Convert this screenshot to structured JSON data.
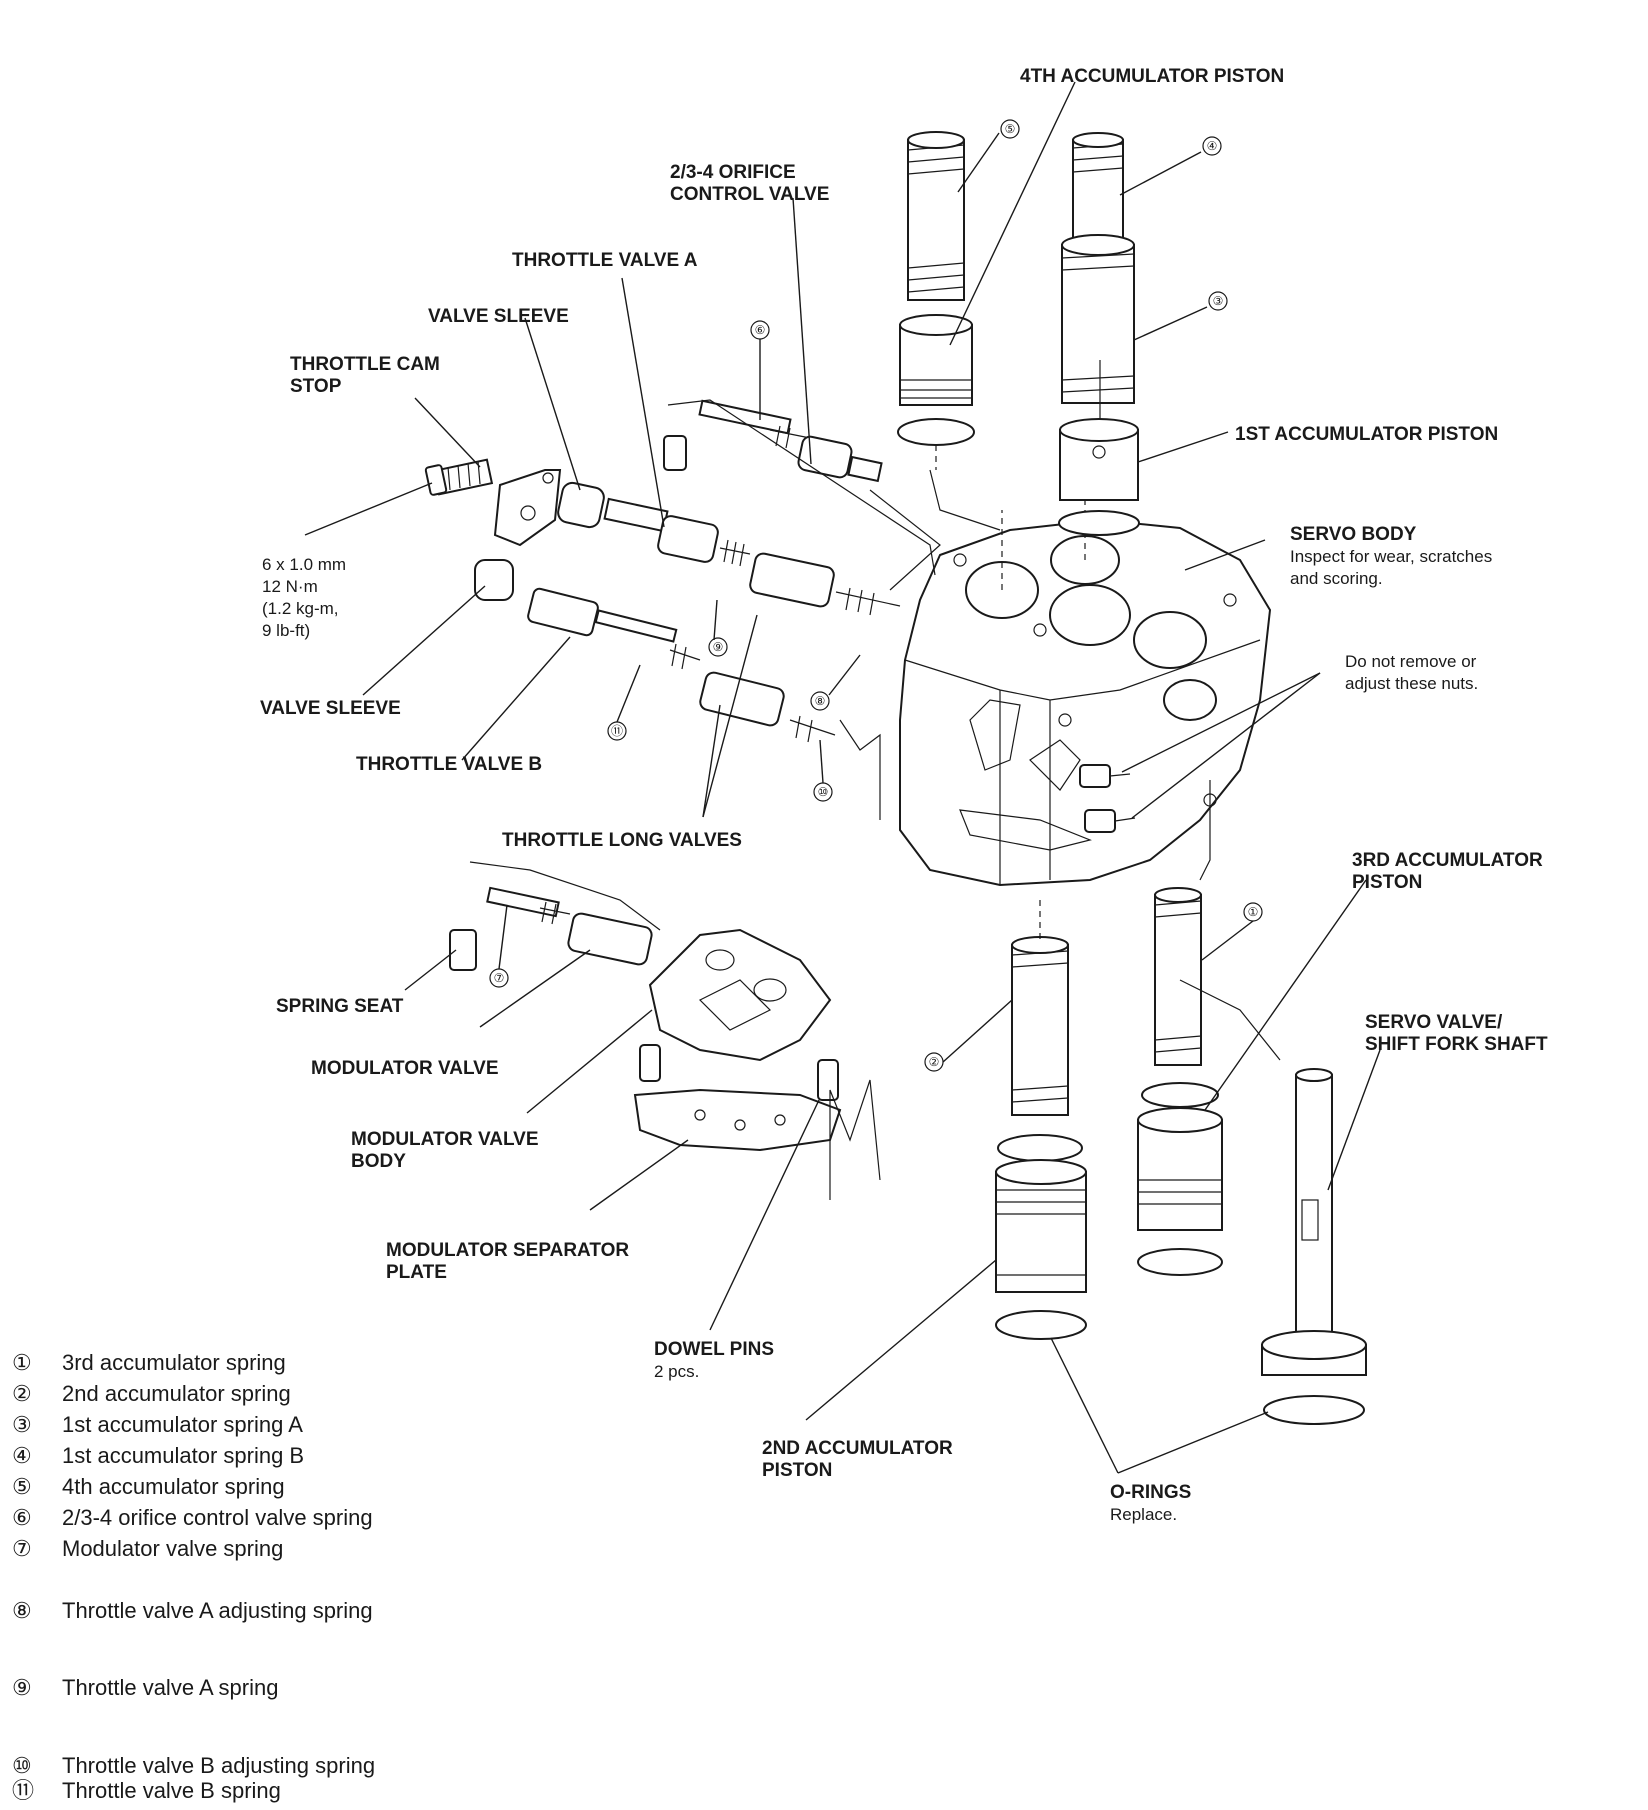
{
  "labels": {
    "accum4_piston": "4TH ACCUMULATOR PISTON",
    "orifice_valve_1": "2/3-4 ORIFICE",
    "orifice_valve_2": "CONTROL VALVE",
    "throttle_valve_a": "THROTTLE VALVE A",
    "valve_sleeve_top": "VALVE SLEEVE",
    "cam_stop_1": "THROTTLE CAM",
    "cam_stop_2": "STOP",
    "bolt_1": "6 x 1.0 mm",
    "bolt_2": "12 N·m",
    "bolt_3": "(1.2 kg-m,",
    "bolt_4": "9 lb-ft)",
    "valve_sleeve_bottom": "VALVE SLEEVE",
    "throttle_valve_b": "THROTTLE VALVE B",
    "throttle_long_valves": "THROTTLE LONG VALVES",
    "accum1_piston": "1ST ACCUMULATOR PISTON",
    "servo_body": "SERVO BODY",
    "servo_body_note_1": "Inspect for wear, scratches",
    "servo_body_note_2": "and scoring.",
    "nuts_note_1": "Do not remove or",
    "nuts_note_2": "adjust these nuts.",
    "accum3_piston_1": "3RD ACCUMULATOR",
    "accum3_piston_2": "PISTON",
    "servo_valve_1": "SERVO VALVE/",
    "servo_valve_2": "SHIFT FORK SHAFT",
    "spring_seat": "SPRING SEAT",
    "modulator_valve": "MODULATOR VALVE",
    "mod_body_1": "MODULATOR VALVE",
    "mod_body_2": "BODY",
    "mod_plate_1": "MODULATOR SEPARATOR",
    "mod_plate_2": "PLATE",
    "dowel_pins": "DOWEL PINS",
    "dowel_pins_note": "2 pcs.",
    "accum2_piston_1": "2ND ACCUMULATOR",
    "accum2_piston_2": "PISTON",
    "o_rings": "O-RINGS",
    "o_rings_note": "Replace."
  },
  "callouts": [
    "①",
    "②",
    "③",
    "④",
    "⑤",
    "⑥",
    "⑦",
    "⑧",
    "⑨",
    "⑩",
    "⑪"
  ],
  "legend": [
    {
      "num": "①",
      "text": "3rd accumulator spring"
    },
    {
      "num": "②",
      "text": "2nd accumulator spring"
    },
    {
      "num": "③",
      "text": "1st accumulator spring A"
    },
    {
      "num": "④",
      "text": "1st accumulator spring B"
    },
    {
      "num": "⑤",
      "text": "4th accumulator spring"
    },
    {
      "num": "⑥",
      "text": "2/3-4 orifice control valve spring"
    },
    {
      "num": "⑦",
      "text": "Modulator valve spring"
    },
    {
      "num": "⑧",
      "text": "Throttle valve A adjusting spring"
    },
    {
      "num": "⑨",
      "text": "Throttle valve A spring"
    },
    {
      "num": "⑩",
      "text": "Throttle valve B adjusting spring"
    },
    {
      "num": "⑪",
      "text": "Throttle valve B spring"
    }
  ]
}
